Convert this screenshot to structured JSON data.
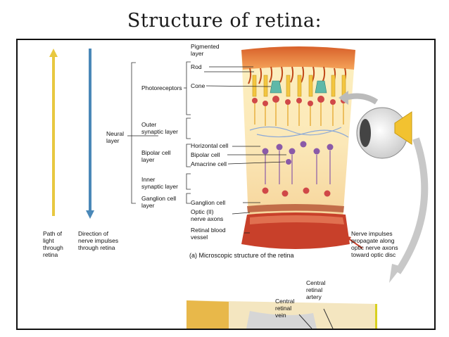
{
  "title": "Structure of retina:",
  "arrows": {
    "light_label": "Path of\nlight\nthrough\nretina",
    "impulse_label": "Direction of\nnerve impulses\nthrough retina"
  },
  "layers": {
    "pigmented": "Pigmented\nlayer",
    "photoreceptors": "Photoreceptors",
    "rod": "Rod",
    "cone": "Cone",
    "neural": "Neural\nlayer",
    "outer_synaptic": "Outer\nsynaptic layer",
    "horizontal": "Horizontal cell",
    "bipolar_layer": "Bipolar cell\nlayer",
    "bipolar": "Bipolar cell",
    "amacrine": "Amacrine cell",
    "inner_synaptic": "Inner\nsynaptic layer",
    "ganglion_layer": "Ganglion cell\nlayer",
    "ganglion": "Ganglion cell",
    "optic": "Optic (II)\nnerve axons",
    "vessel": "Retinal blood\nvessel"
  },
  "caption": "(a) Microscopic structure of the retina",
  "right": {
    "nerve_impulses": "Nerve impulses\npropagate along\noptic nerve axons\ntoward optic disc",
    "artery": "Central\nretinal\nartery",
    "vein": "Central\nretinal\nvein"
  },
  "colors": {
    "light_arrow": "#e8c840",
    "impulse_arrow": "#4a88b8",
    "pigment": "#e8743a",
    "vessel": "#c8402a"
  }
}
